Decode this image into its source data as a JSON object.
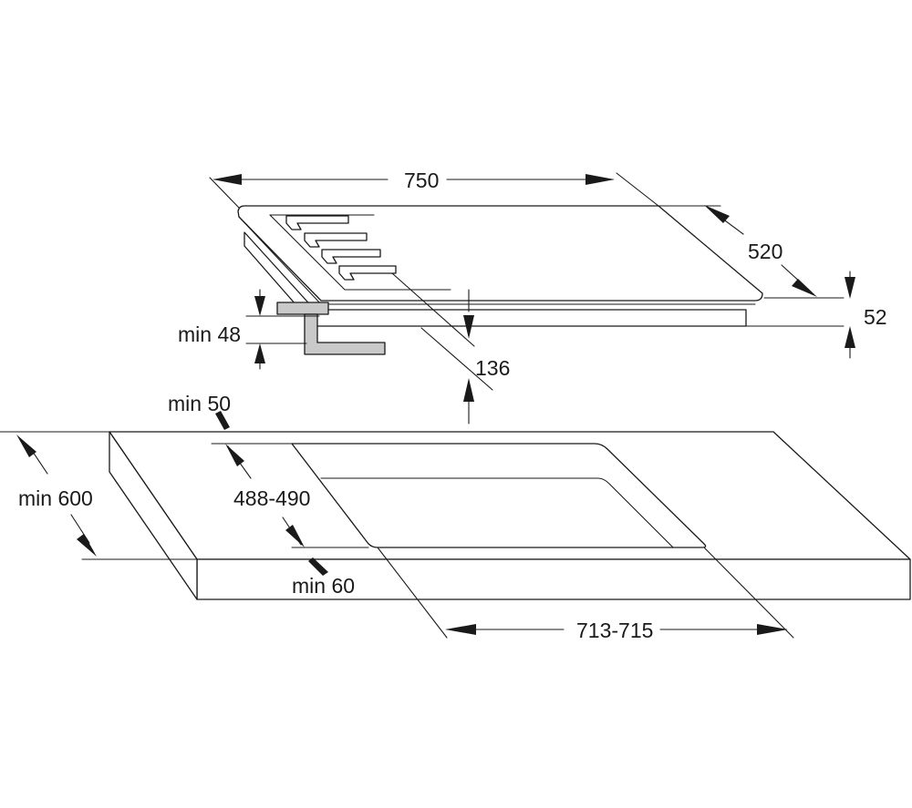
{
  "diagram": {
    "hob": {
      "width_label": "750",
      "depth_label": "520",
      "height_label": "52",
      "min_clearance_label": "min 48",
      "depth_below_label": "136"
    },
    "cutout": {
      "worktop_depth_label": "min 600",
      "rear_margin_label": "min 50",
      "cutout_depth_label": "488-490",
      "front_margin_label": "min 60",
      "cutout_width_label": "713-715"
    }
  }
}
